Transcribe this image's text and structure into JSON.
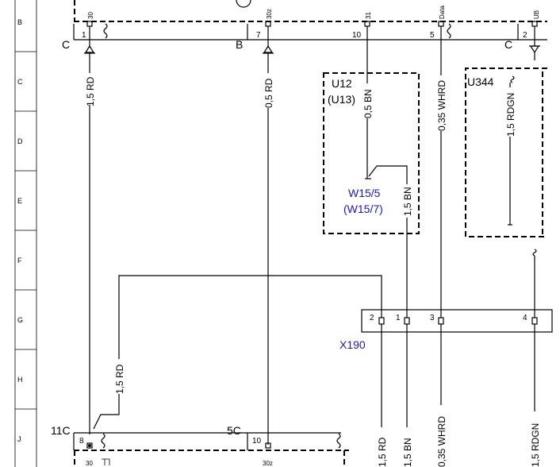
{
  "row_labels": [
    "B",
    "C",
    "D",
    "E",
    "F",
    "G",
    "H",
    "J"
  ],
  "top_pins": {
    "p30": "30",
    "p30z": "30z",
    "p31": "31",
    "pData": "Data",
    "pUB": "UB"
  },
  "connectors": {
    "c_left": "C",
    "c_mid": "B",
    "c_right": "C",
    "bot_left": "11C",
    "bot_mid": "5C",
    "x190": "X190"
  },
  "pin_numbers": {
    "top_1": "1",
    "top_7": "7",
    "top_10": "10",
    "top_5": "5",
    "top_2": "2",
    "x_2": "2",
    "x_1": "1",
    "x_3": "3",
    "x_4": "4",
    "bot_8": "8",
    "bot_10": "10"
  },
  "bottom_pins": {
    "b30": "30",
    "b30z": "30z"
  },
  "components": {
    "u12": "U12",
    "u13": "(U13)",
    "u344": "U344",
    "w155": "W15/5",
    "w157": "(W15/7)"
  },
  "wires": {
    "w_rd_left": "1,5 RD",
    "w_rd_mid": "0,5 RD",
    "w_bn_u12": "0,5 BN",
    "w_whrd": "0,35 WHRD",
    "w_rdgn": "1,5 RDGN",
    "w_bn_w15": "1,5 BN",
    "w_rd_lower": "1,5 RD",
    "b_rd": "1,5 RD",
    "b_bn": "1,5 BN",
    "b_whrd": "0,35 WHRD",
    "b_rdgn": "1,5 RDGN"
  },
  "colors": {
    "line": "#000000",
    "annotation_blue": "#1a1ab8"
  }
}
